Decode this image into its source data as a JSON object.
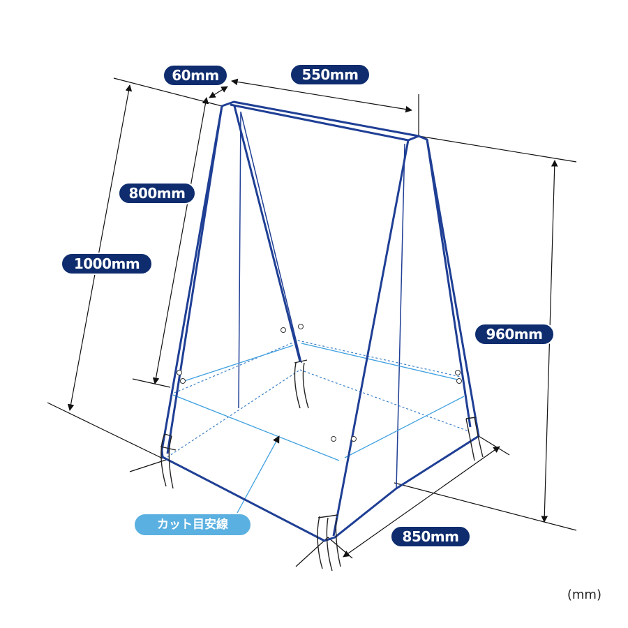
{
  "dimensions": {
    "thickness": "60mm",
    "top_width": "550mm",
    "slant_height": "800mm",
    "total_height_left": "1000mm",
    "total_height_right": "960mm",
    "base_depth": "850mm"
  },
  "cut_guide_label": "カット目安線",
  "unit_note": "(mm)",
  "colors": {
    "label_fill": "#0e2c6e",
    "cut_label_fill": "#5ab0e0",
    "frame_stroke": "#1f3f95",
    "cut_line": "#3ea0e0"
  }
}
